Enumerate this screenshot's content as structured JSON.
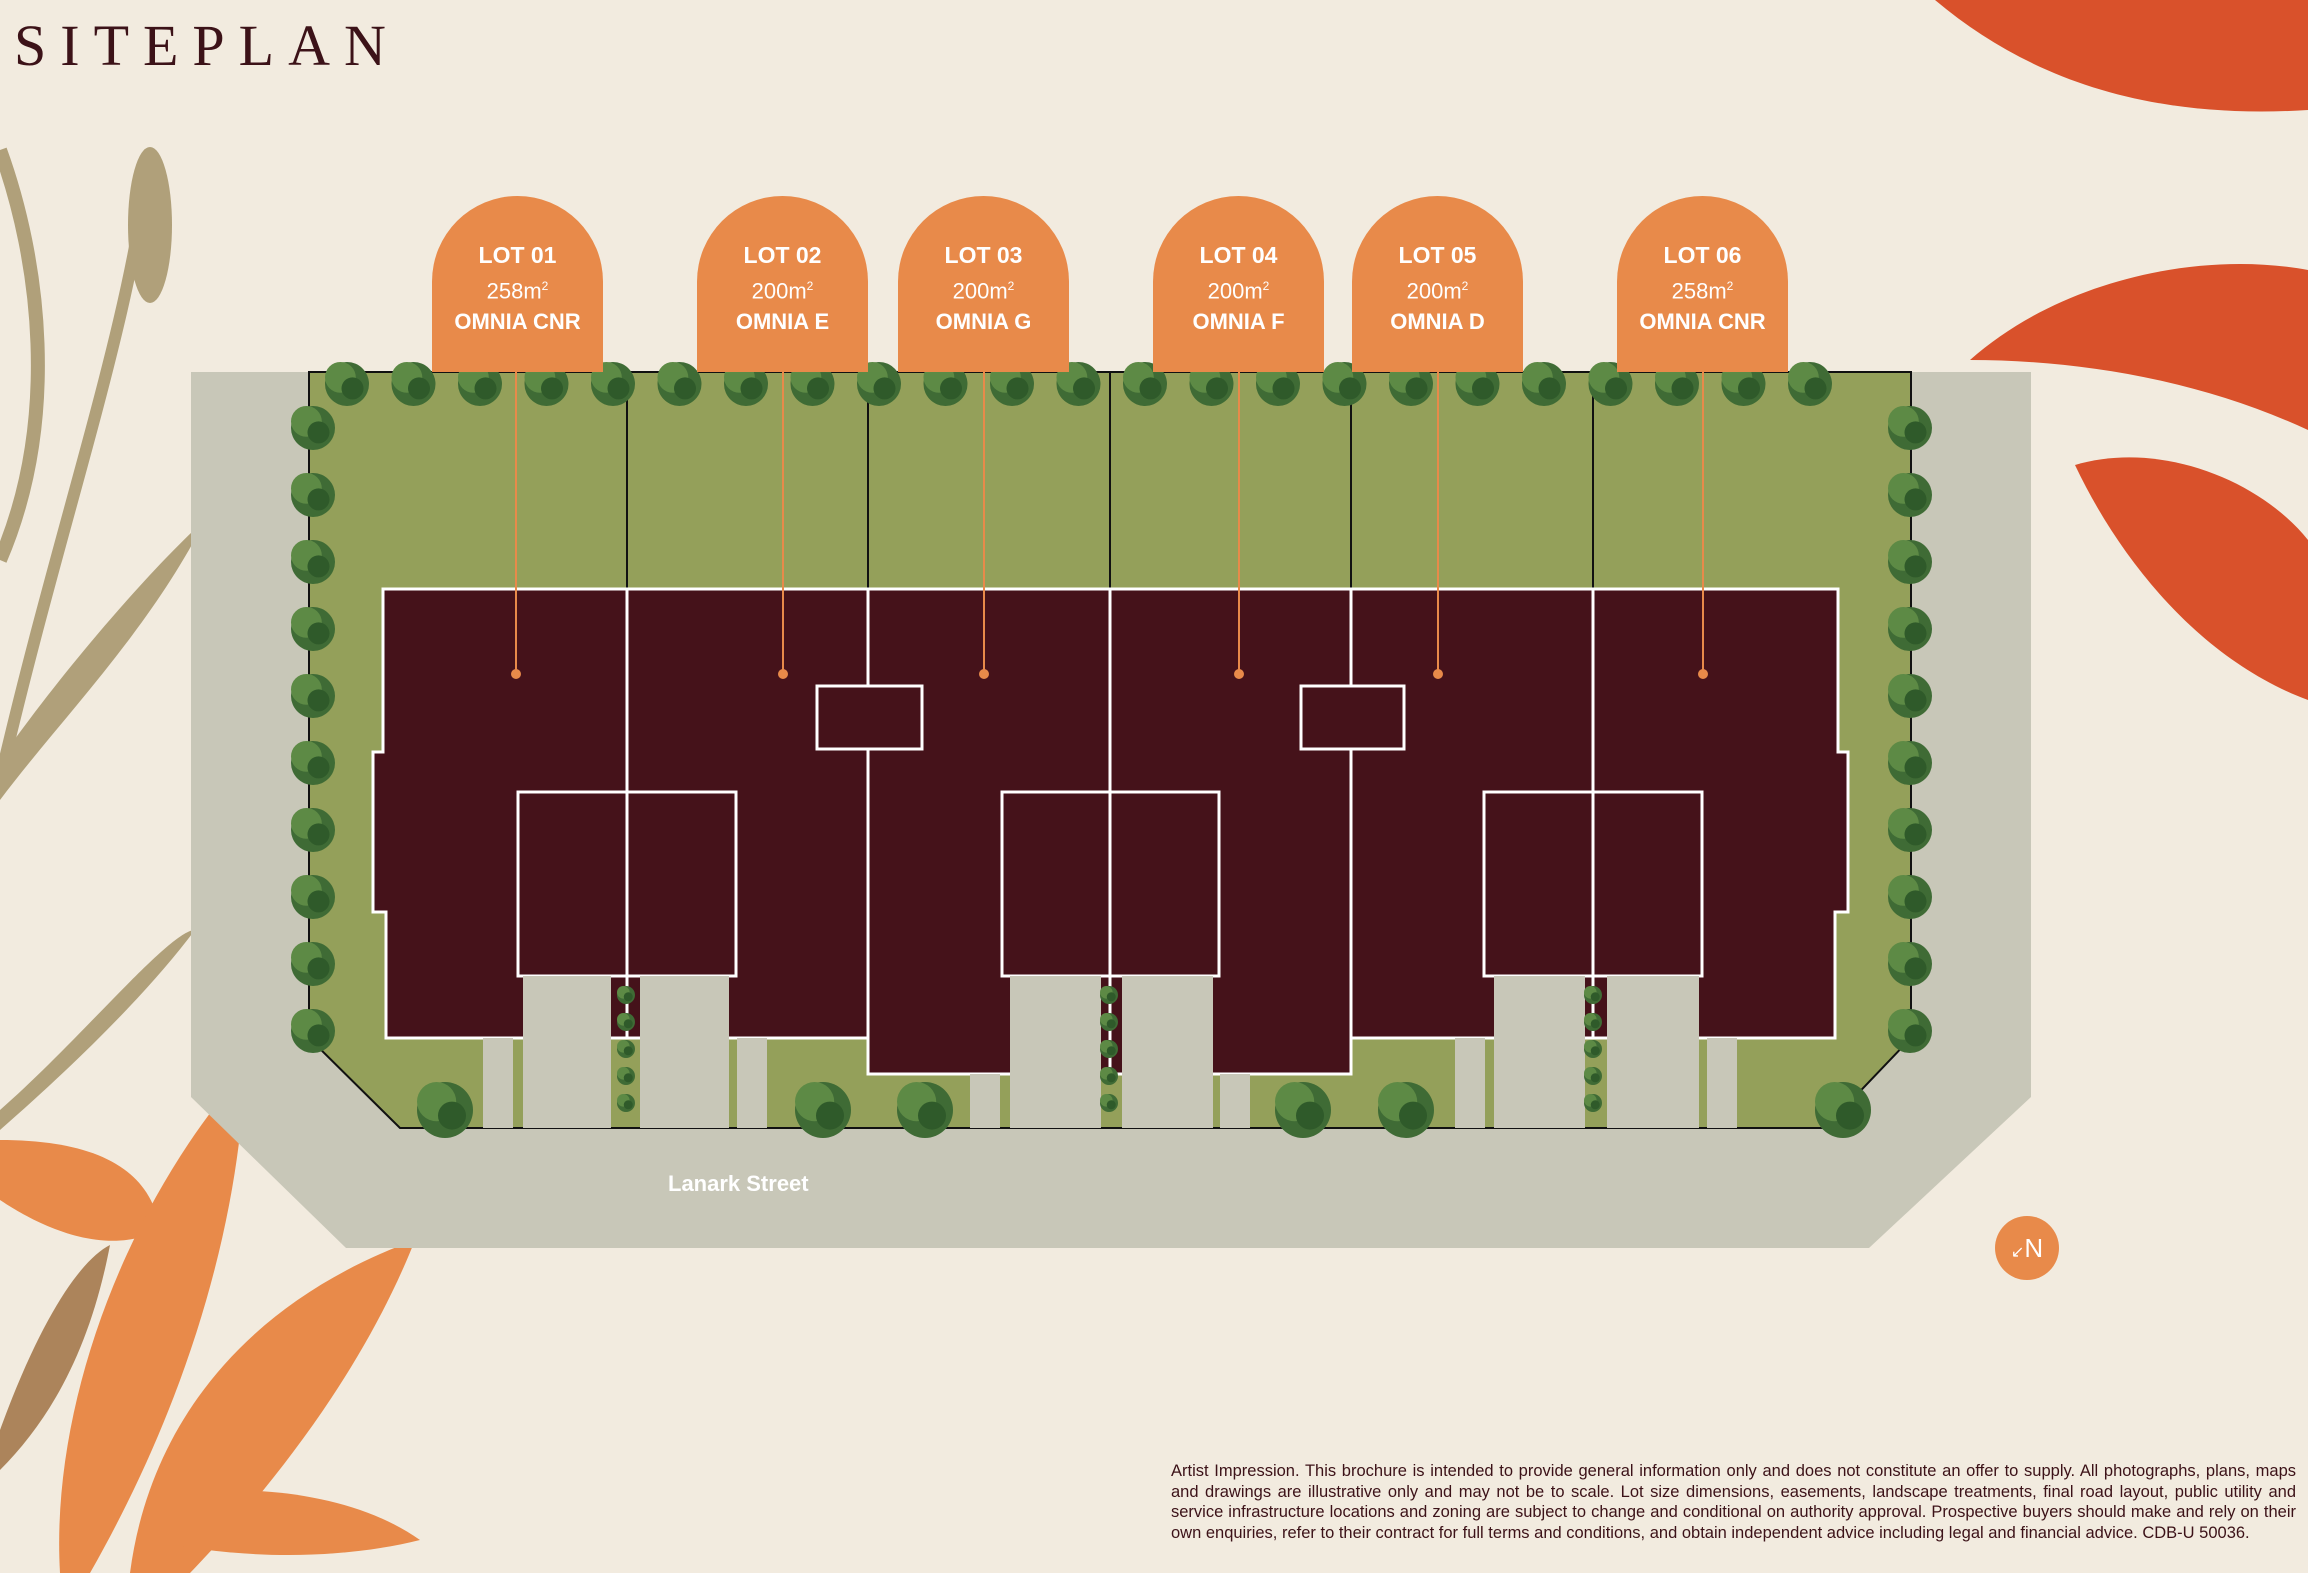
{
  "title": "SITEPLAN",
  "lots": [
    {
      "lot": "LOT 01",
      "area": "258m",
      "design": "OMNIA CNR"
    },
    {
      "lot": "LOT 02",
      "area": "200m",
      "design": "OMNIA E"
    },
    {
      "lot": "LOT 03",
      "area": "200m",
      "design": "OMNIA G"
    },
    {
      "lot": "LOT 04",
      "area": "200m",
      "design": "OMNIA F"
    },
    {
      "lot": "LOT 05",
      "area": "200m",
      "design": "OMNIA D"
    },
    {
      "lot": "LOT 06",
      "area": "258m",
      "design": "OMNIA CNR"
    }
  ],
  "area_unit_sup": "2",
  "street": "Lanark Street",
  "north_label": "N",
  "north_arrow": "↙",
  "disclaimer": "Artist Impression. This brochure is intended to provide general information only and does not constitute an offer to supply. All photographs, plans, maps and drawings are illustrative only and may not be to scale. Lot size dimensions, easements, landscape treatments, final road layout, public utility and service infrastructure locations and zoning are subject to change and conditional on authority approval. Prospective buyers should make and rely on their own enquiries, refer to their contract for full terms and conditions, and obtain independent advice including legal and financial advice. CDB-U 50036.",
  "colors": {
    "background": "#f2ebdf",
    "lot_label": "#e88a4a",
    "building": "#45121a",
    "lawn": "#94a05a",
    "road": "#c8c7b8",
    "leaf_red": "#d9512b",
    "leaf_sage": "#b0a07a"
  }
}
